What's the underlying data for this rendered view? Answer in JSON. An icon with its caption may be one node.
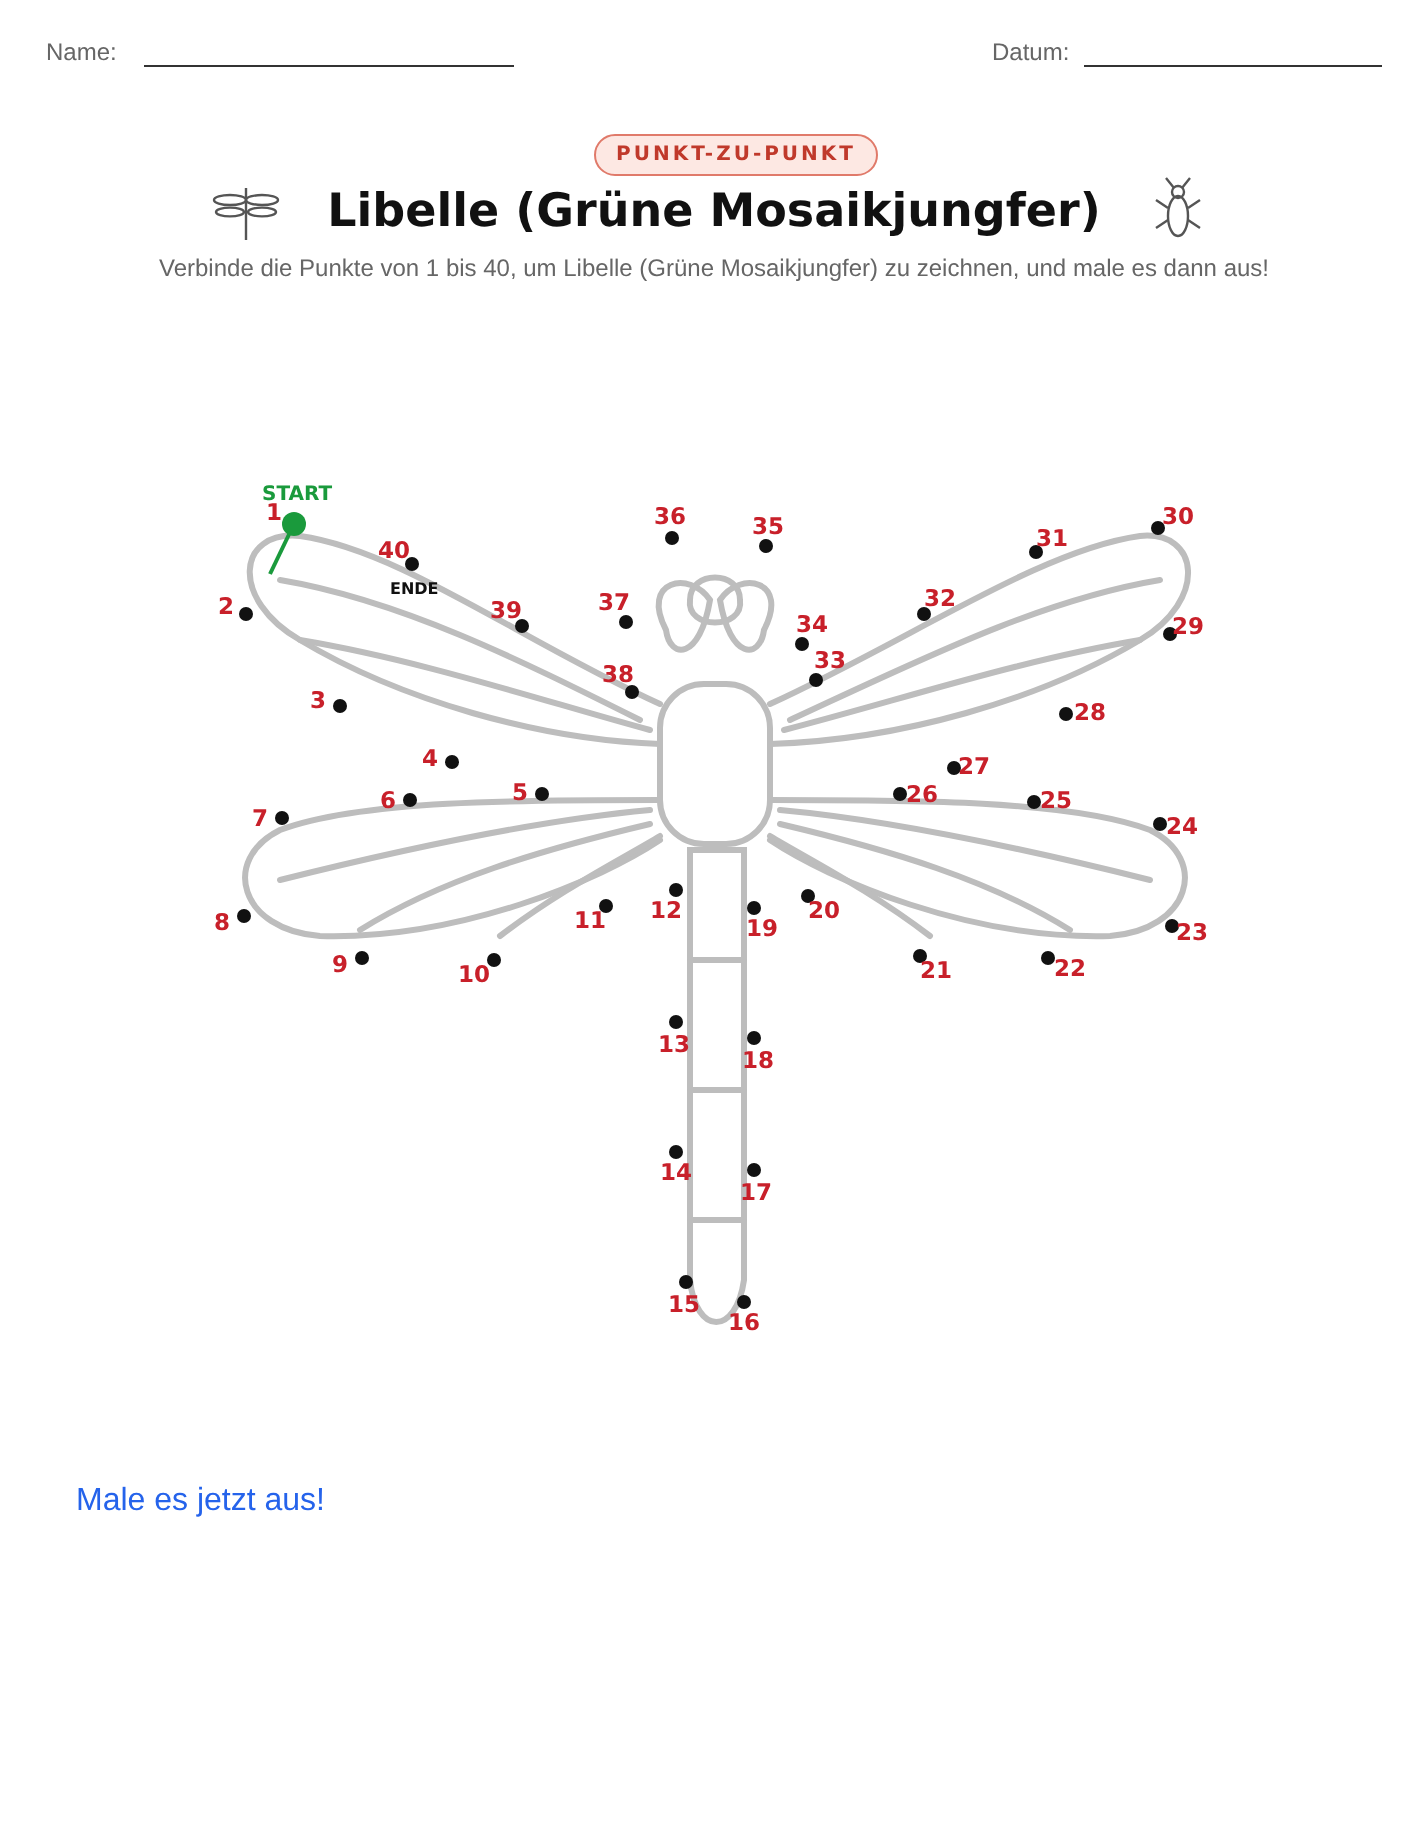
{
  "diagram": {
    "title": "Libelle (Grüne Mosaikjungfer)",
    "labels": [
      "Name:",
      "Datum:",
      "PUNKT-ZU-PUNKT",
      "Verbinde die Punkte von 1 bis 40, um Libelle (Grüne Mosaikjungfer) zu zeichnen, und male es dann aus!",
      "START",
      "1",
      "2",
      "3",
      "4",
      "5",
      "6",
      "7",
      "8",
      "9",
      "10",
      "11",
      "12",
      "13",
      "14",
      "15",
      "16",
      "17",
      "18",
      "19",
      "20",
      "21",
      "22",
      "23",
      "24",
      "25",
      "26",
      "27",
      "28",
      "29",
      "30",
      "31",
      "32",
      "33",
      "34",
      "35",
      "36",
      "37",
      "38",
      "39",
      "40",
      "ENDE",
      "Male es jetzt aus!"
    ]
  }
}
